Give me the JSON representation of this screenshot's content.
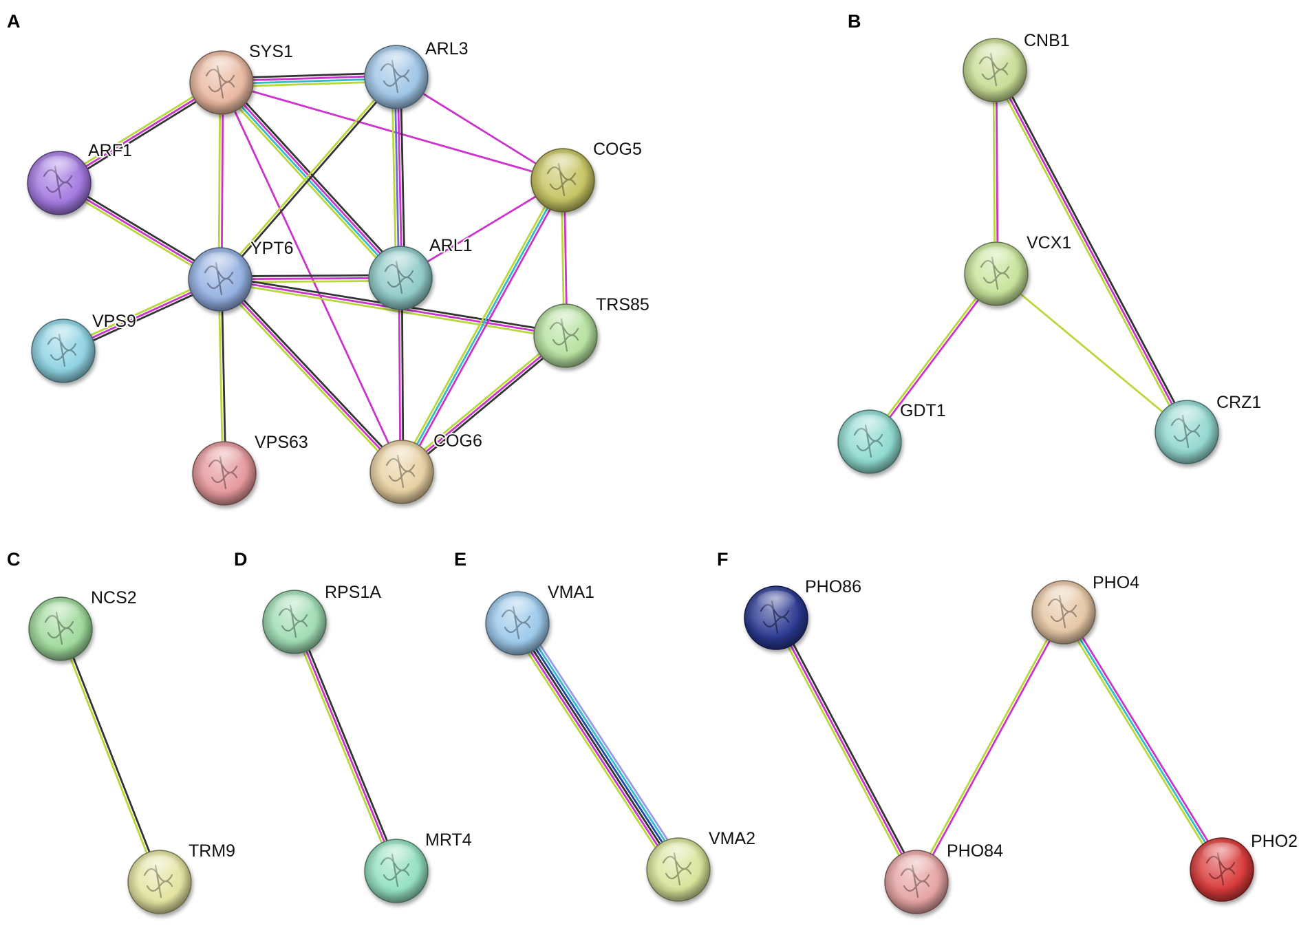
{
  "panels": [
    {
      "letter": "A",
      "nodes": [
        {
          "id": "SYS1",
          "label": "SYS1",
          "color": "#e9b8a0"
        },
        {
          "id": "ARL3",
          "label": "ARL3",
          "color": "#9fc5e6"
        },
        {
          "id": "ARF1",
          "label": "ARF1",
          "color": "#a379e0"
        },
        {
          "id": "COG5",
          "label": "COG5",
          "color": "#c7c463"
        },
        {
          "id": "YPT6",
          "label": "YPT6",
          "color": "#93b0e1"
        },
        {
          "id": "ARL1",
          "label": "ARL1",
          "color": "#8fcac8"
        },
        {
          "id": "TRS85",
          "label": "TRS85",
          "color": "#b7e1a0"
        },
        {
          "id": "VPS9",
          "label": "VPS9",
          "color": "#8fd3e3"
        },
        {
          "id": "VPS63",
          "label": "VPS63",
          "color": "#e5989c"
        },
        {
          "id": "COG6",
          "label": "COG6",
          "color": "#e8d1a3"
        }
      ],
      "edges": [
        {
          "from": "SYS1",
          "to": "ARL3",
          "colors": [
            "#333333",
            "#cc33cc",
            "#33bbcc",
            "#b8d83a"
          ]
        },
        {
          "from": "SYS1",
          "to": "ARF1",
          "colors": [
            "#333333",
            "#cc33cc",
            "#b8d83a"
          ]
        },
        {
          "from": "SYS1",
          "to": "YPT6",
          "colors": [
            "#cc33cc",
            "#b8d83a"
          ]
        },
        {
          "from": "SYS1",
          "to": "COG5",
          "colors": [
            "#cc33cc"
          ]
        },
        {
          "from": "SYS1",
          "to": "ARL1",
          "colors": [
            "#333333",
            "#cc33cc",
            "#33bbcc",
            "#b8d83a"
          ]
        },
        {
          "from": "SYS1",
          "to": "COG6",
          "colors": [
            "#cc33cc"
          ]
        },
        {
          "from": "ARL3",
          "to": "YPT6",
          "colors": [
            "#333333",
            "#b8d83a"
          ]
        },
        {
          "from": "ARL3",
          "to": "ARL1",
          "colors": [
            "#333333",
            "#cc33cc",
            "#6b6bd8",
            "#b8d83a"
          ]
        },
        {
          "from": "ARL3",
          "to": "COG5",
          "colors": [
            "#cc33cc"
          ]
        },
        {
          "from": "ARF1",
          "to": "YPT6",
          "colors": [
            "#333333",
            "#cc33cc",
            "#b8d83a"
          ]
        },
        {
          "from": "YPT6",
          "to": "ARL1",
          "colors": [
            "#333333",
            "#cc33cc",
            "#b8d83a"
          ]
        },
        {
          "from": "YPT6",
          "to": "VPS9",
          "colors": [
            "#333333",
            "#cc33cc",
            "#b8d83a"
          ]
        },
        {
          "from": "YPT6",
          "to": "VPS63",
          "colors": [
            "#333333",
            "#b8d83a"
          ]
        },
        {
          "from": "YPT6",
          "to": "COG6",
          "colors": [
            "#333333",
            "#cc33cc",
            "#b8d83a"
          ]
        },
        {
          "from": "YPT6",
          "to": "TRS85",
          "colors": [
            "#333333",
            "#cc33cc",
            "#b8d83a"
          ]
        },
        {
          "from": "ARL1",
          "to": "COG5",
          "colors": [
            "#cc33cc"
          ]
        },
        {
          "from": "ARL1",
          "to": "COG6",
          "colors": [
            "#333333",
            "#cc33cc"
          ]
        },
        {
          "from": "COG5",
          "to": "TRS85",
          "colors": [
            "#cc33cc",
            "#b8d83a"
          ]
        },
        {
          "from": "COG5",
          "to": "COG6",
          "colors": [
            "#cc33cc",
            "#33bbcc",
            "#b8d83a"
          ]
        },
        {
          "from": "TRS85",
          "to": "COG6",
          "colors": [
            "#333333",
            "#cc33cc",
            "#b8d83a"
          ]
        }
      ]
    },
    {
      "letter": "B",
      "nodes": [
        {
          "id": "CNB1",
          "label": "CNB1",
          "color": "#c8dc95"
        },
        {
          "id": "VCX1",
          "label": "VCX1",
          "color": "#c7e39a"
        },
        {
          "id": "GDT1",
          "label": "GDT1",
          "color": "#8fdad0"
        },
        {
          "id": "CRZ1",
          "label": "CRZ1",
          "color": "#93d8d0"
        }
      ],
      "edges": [
        {
          "from": "CNB1",
          "to": "VCX1",
          "colors": [
            "#cc33cc",
            "#b8d83a"
          ]
        },
        {
          "from": "CNB1",
          "to": "CRZ1",
          "colors": [
            "#333333",
            "#cc33cc",
            "#b8d83a"
          ]
        },
        {
          "from": "VCX1",
          "to": "GDT1",
          "colors": [
            "#cc33cc",
            "#b8d83a"
          ]
        },
        {
          "from": "VCX1",
          "to": "CRZ1",
          "colors": [
            "#b8d83a"
          ]
        }
      ]
    },
    {
      "letter": "C",
      "nodes": [
        {
          "id": "NCS2",
          "label": "NCS2",
          "color": "#9fd99b"
        },
        {
          "id": "TRM9",
          "label": "TRM9",
          "color": "#e3e3a1"
        }
      ],
      "edges": [
        {
          "from": "NCS2",
          "to": "TRM9",
          "colors": [
            "#333333",
            "#b8d83a"
          ]
        }
      ]
    },
    {
      "letter": "D",
      "nodes": [
        {
          "id": "RPS1A",
          "label": "RPS1A",
          "color": "#9fdcb3"
        },
        {
          "id": "MRT4",
          "label": "MRT4",
          "color": "#93e0c0"
        }
      ],
      "edges": [
        {
          "from": "RPS1A",
          "to": "MRT4",
          "colors": [
            "#333333",
            "#cc33cc",
            "#b8d83a"
          ]
        }
      ]
    },
    {
      "letter": "E",
      "nodes": [
        {
          "id": "VMA1",
          "label": "VMA1",
          "color": "#9bc8ea"
        },
        {
          "id": "VMA2",
          "label": "VMA2",
          "color": "#d9e39a"
        }
      ],
      "edges": [
        {
          "from": "VMA1",
          "to": "VMA2",
          "colors": [
            "#9999ee",
            "#33bbcc",
            "#2244aa",
            "#333333",
            "#cc33cc",
            "#b8d83a"
          ]
        }
      ]
    },
    {
      "letter": "F",
      "nodes": [
        {
          "id": "PHO86",
          "label": "PHO86",
          "color": "#2a3890"
        },
        {
          "id": "PHO4",
          "label": "PHO4",
          "color": "#e6c7a5"
        },
        {
          "id": "PHO84",
          "label": "PHO84",
          "color": "#e6a3a3"
        },
        {
          "id": "PHO2",
          "label": "PHO2",
          "color": "#d93a3a"
        }
      ],
      "edges": [
        {
          "from": "PHO86",
          "to": "PHO84",
          "colors": [
            "#333333",
            "#cc33cc",
            "#b8d83a"
          ]
        },
        {
          "from": "PHO4",
          "to": "PHO84",
          "colors": [
            "#cc33cc",
            "#b8d83a"
          ]
        },
        {
          "from": "PHO4",
          "to": "PHO2",
          "colors": [
            "#cc33cc",
            "#33bbcc",
            "#b8d83a"
          ]
        }
      ]
    }
  ]
}
